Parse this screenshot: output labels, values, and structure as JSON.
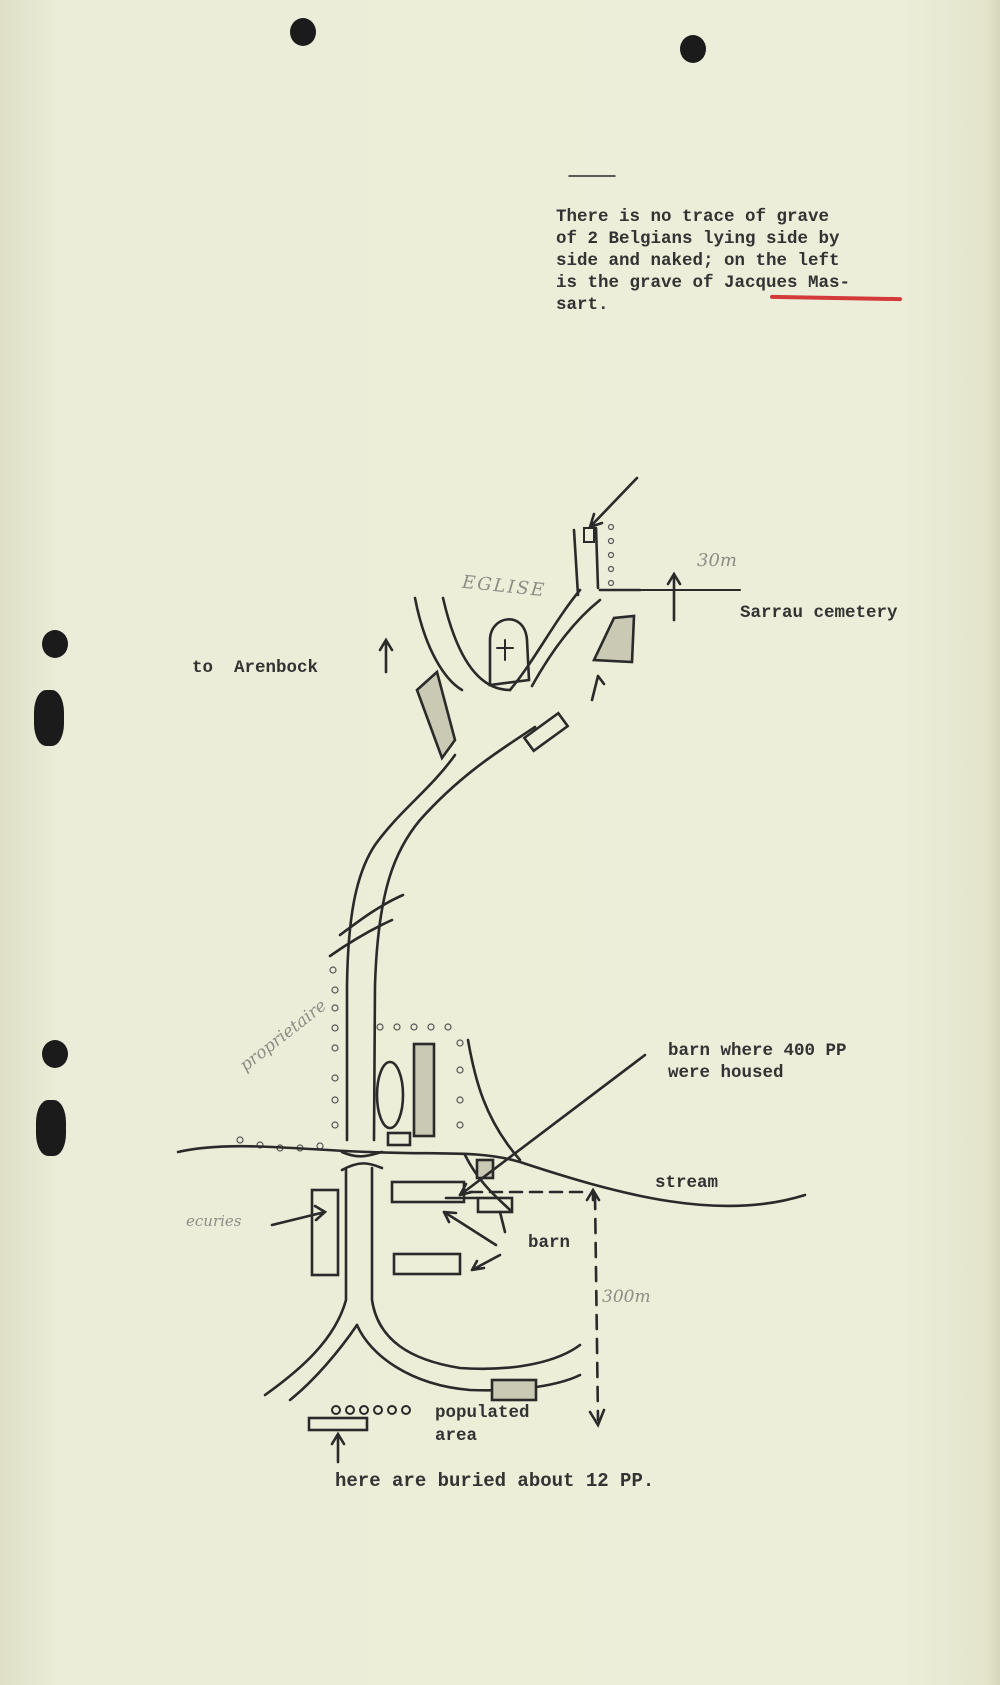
{
  "note": {
    "lines": [
      "There is no trace of grave",
      "of 2 Belgians lying side by",
      "side and naked; on the left",
      "is the grave of Jacques Mas-",
      "sart."
    ]
  },
  "map": {
    "labels": {
      "to_arenbock": "to  Arenbock",
      "sarrau_cemetery": "Sarrau cemetery",
      "barn_400": "barn where 400 PP",
      "barn_400_line2": "were housed",
      "stream": "stream",
      "barn": "barn",
      "populated": "populated",
      "populated_line2": "area",
      "buried": "here are buried about 12 PP."
    },
    "handwritten": {
      "eglise": "EGLISE",
      "distance_30": "30m",
      "distance_300": "300m",
      "proprietaire": "proprietaire",
      "ecuries": "ecuries"
    }
  }
}
